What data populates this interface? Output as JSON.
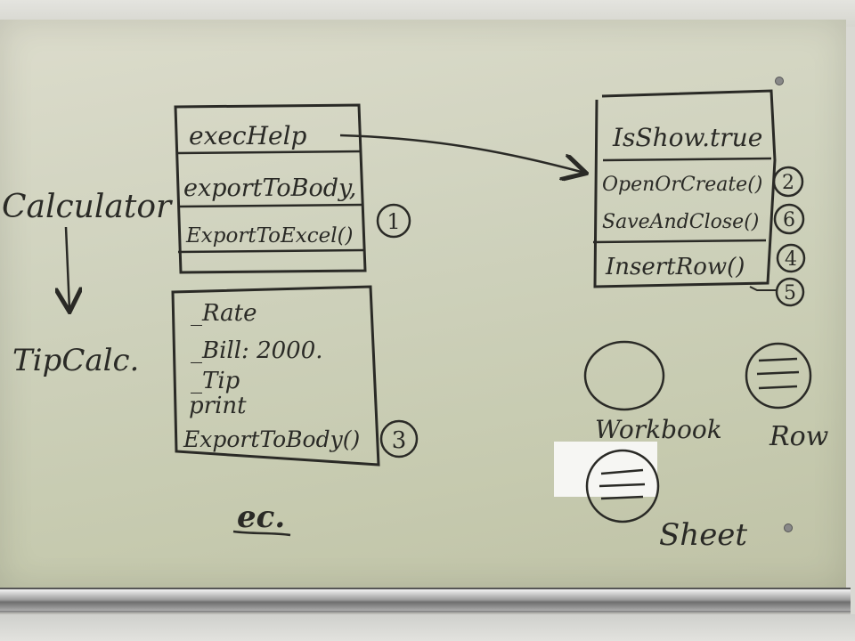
{
  "whiteboard": {
    "left": {
      "calculator": "Calculator",
      "tipcalc": "TipCalc."
    },
    "class_box": {
      "rows": [
        "execHelp",
        "exportToBody,",
        "ExportToExcel()"
      ],
      "badge": "1"
    },
    "tipcalc_box": {
      "rows": [
        "_Rate",
        "_Bill: 2000.",
        "_Tip",
        "print",
        "ExportToBody()"
      ],
      "badge": "3"
    },
    "ec_label": "ec.",
    "helper_box": {
      "rows": [
        "IsShow.true",
        "OpenOrCreate()",
        "SaveAndClose()",
        "InsertRow()"
      ],
      "badges": [
        "2",
        "6",
        "4",
        "5"
      ]
    },
    "objects": {
      "workbook": "Workbook",
      "row": "Row",
      "sheet": "Sheet"
    }
  }
}
